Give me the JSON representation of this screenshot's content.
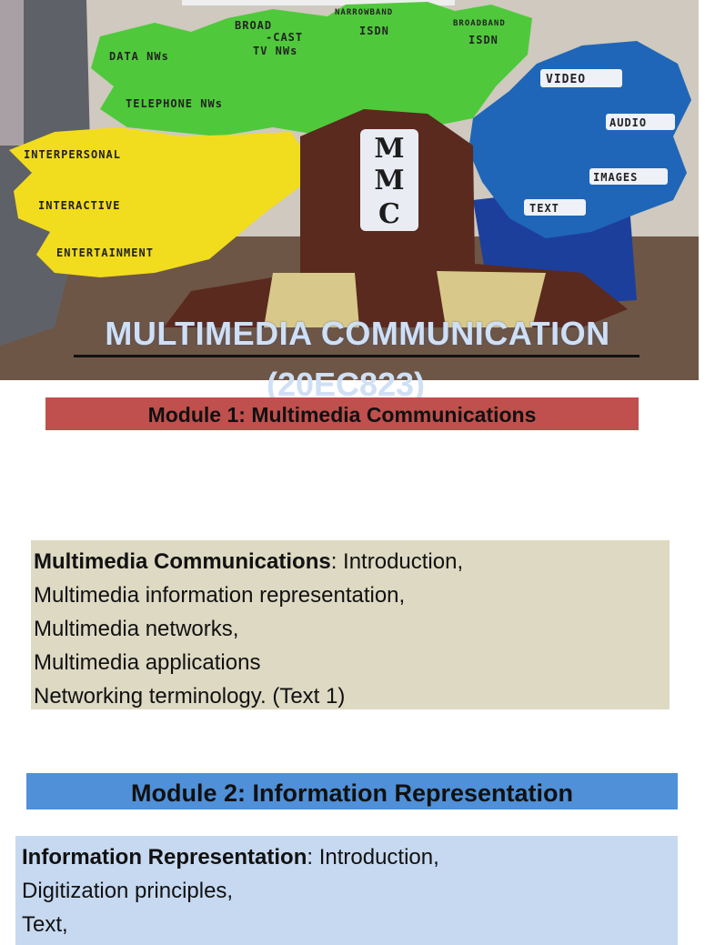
{
  "hero": {
    "title": "MULTIMEDIA COMMUNICATION",
    "course_code": "(20EC823)",
    "mmc_letters": [
      "M",
      "M",
      "C"
    ],
    "leaves_green": [
      "DATA NWs",
      "TELEPHONE NWs",
      "BROAD",
      "-CAST",
      "TV NWs",
      "NARROWBAND",
      "ISDN",
      "BROADBAND",
      "ISDN"
    ],
    "leaves_yellow": [
      "INTERPERSONAL",
      "INTERACTIVE",
      "ENTERTAINMENT"
    ],
    "leaves_blue": [
      "VIDEO",
      "AUDIO",
      "IMAGES",
      "TEXT"
    ],
    "colors": {
      "green": "#4fc93b",
      "yellow": "#f2dc1e",
      "blue": "#1f66b8",
      "trunk": "#5a2a1e"
    }
  },
  "module1": {
    "title": "Module 1: Multimedia Communications",
    "color": "#c0504d",
    "lead": "Multimedia Communications",
    "lead_rest": ": Introduction,",
    "lines": [
      "Multimedia information representation,",
      "Multimedia networks,",
      "Multimedia applications",
      "Networking terminology. (Text 1)"
    ],
    "box_color": "#ddd9c3"
  },
  "module2": {
    "title": "Module 2: Information Representation",
    "color": "#4f90d8",
    "lead": "Information Representation",
    "lead_rest": ": Introduction,",
    "lines": [
      "Digitization principles,",
      "Text,"
    ],
    "box_color": "#c6d9f1"
  }
}
